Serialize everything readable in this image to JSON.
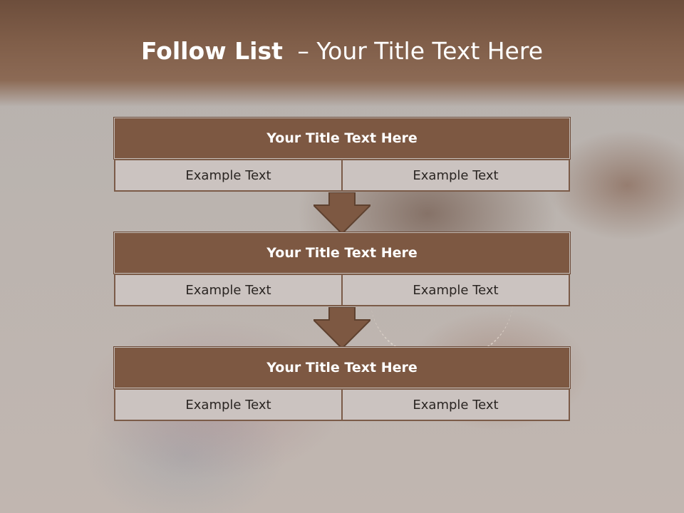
{
  "slide": {
    "title_bold": "Follow List",
    "title_rest": "– Your Title Text Here"
  },
  "colors": {
    "header": "#805e49",
    "box_title": "#7d5842",
    "box_cell": "#cbc3c0",
    "border": "#7b5b48"
  },
  "steps": [
    {
      "title": "Your Title Text Here",
      "left": "Example Text",
      "right": "Example Text"
    },
    {
      "title": "Your Title Text Here",
      "left": "Example Text",
      "right": "Example Text"
    },
    {
      "title": "Your Title Text Here",
      "left": "Example Text",
      "right": "Example Text"
    }
  ],
  "icons": [
    "down-arrow-icon",
    "down-arrow-icon"
  ]
}
